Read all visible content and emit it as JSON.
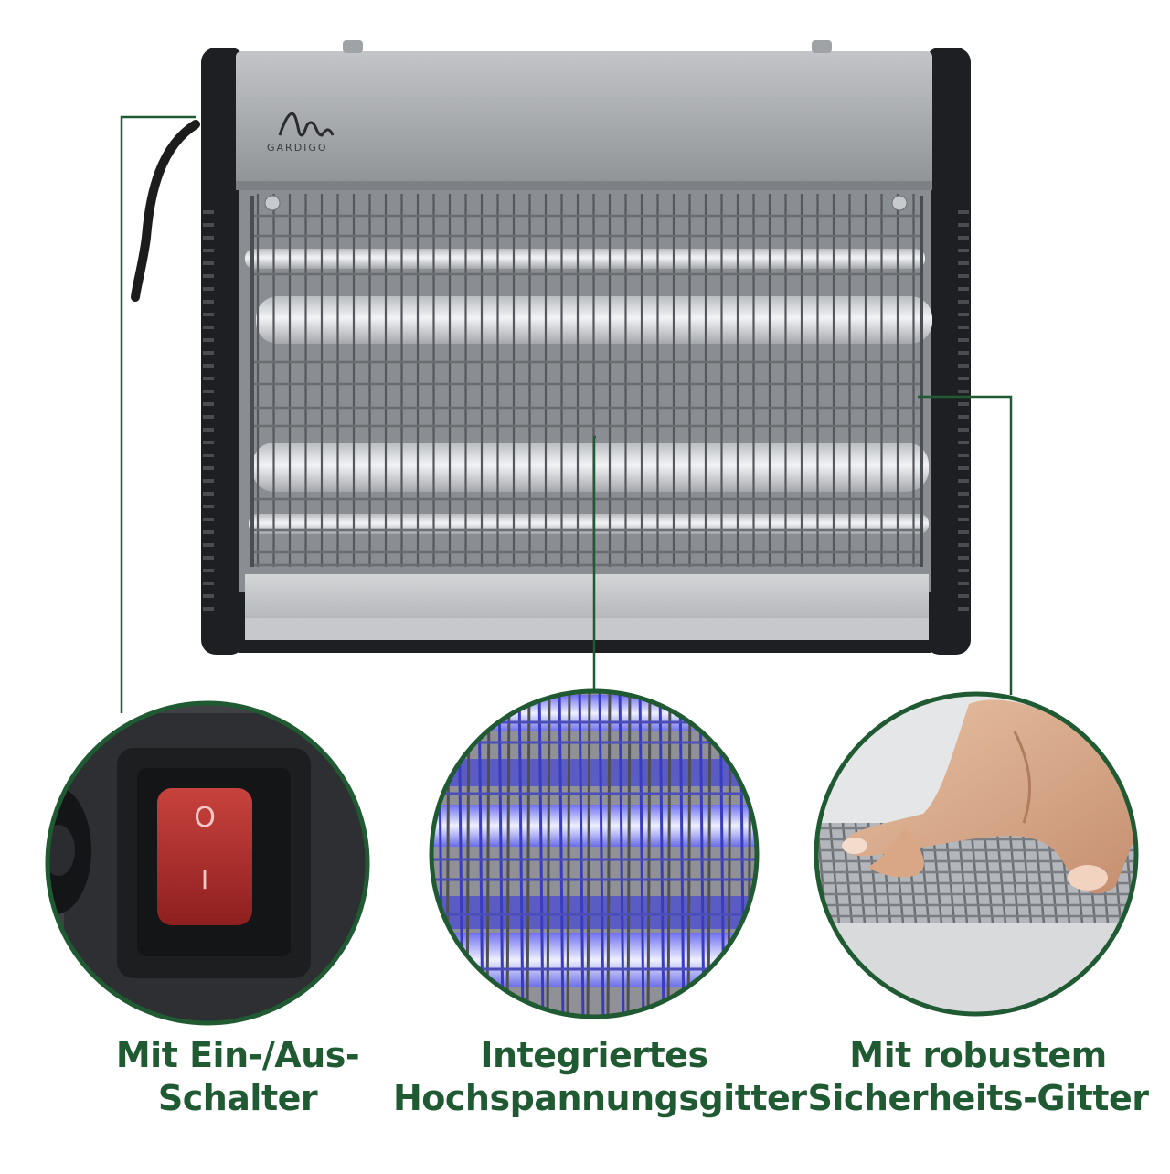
{
  "brand": {
    "logo_text": "GARDIGO"
  },
  "callouts": [
    {
      "id": "switch",
      "lines": [
        "Mit Ein-/Aus-",
        "Schalter"
      ]
    },
    {
      "id": "grid",
      "lines": [
        "Integriertes",
        "Hochspannungsgitter"
      ]
    },
    {
      "id": "safety",
      "lines": [
        "Mit robustem",
        "Sicherheits-Gitter"
      ]
    }
  ],
  "switch_symbols": {
    "off": "O",
    "on": "I"
  },
  "colors": {
    "accent_green": "#1f5a32",
    "housing_silver": "#a7aaad",
    "housing_black": "#1d1f22",
    "switch_red": "#b02a2a",
    "uv_blue": "#6a6cf0"
  }
}
